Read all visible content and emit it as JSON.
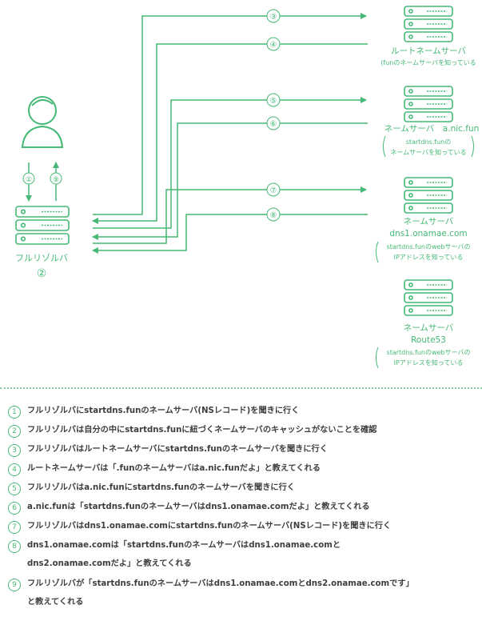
{
  "colors": {
    "accent": "#45b975"
  },
  "diagram": {
    "resolver": {
      "label": "フルリゾルバ",
      "step": "②"
    },
    "arrow_steps": [
      "③",
      "④",
      "⑤",
      "⑥",
      "⑦",
      "⑧"
    ],
    "client_steps": [
      "①",
      "⑨"
    ],
    "servers": [
      {
        "title": "ルートネームサーバ",
        "subtitle": "",
        "desc": [
          "(funのネームサーバを知っている"
        ]
      },
      {
        "title": "ネームサーバ　a.nic.fun",
        "subtitle": "",
        "desc": [
          "startdns.funの",
          "ネームサーバを知っている"
        ]
      },
      {
        "title": "ネームサーバ",
        "subtitle": "dns1.onamae.com",
        "desc": [
          "startdns.funのwebサーバの",
          "IPアドレスを知っている"
        ]
      },
      {
        "title": "ネームサーバ",
        "subtitle": "Route53",
        "desc": [
          "startdns.funのwebサーバの",
          "IPアドレスを知っている"
        ]
      }
    ]
  },
  "legend": [
    {
      "num": "1",
      "lines": [
        "フルリゾルバにstartdns.funのネームサーバ(NSレコード)を聞きに行く"
      ]
    },
    {
      "num": "2",
      "lines": [
        "フルリゾルバは自分の中にstartdns.funに紐づくネームサーバのキャッシュがないことを確認"
      ]
    },
    {
      "num": "3",
      "lines": [
        "フルリゾルバはルートネームサーバにstartdns.funのネームサーバを聞きに行く"
      ]
    },
    {
      "num": "4",
      "lines": [
        "ルートネームサーバは「.funのネームサーバはa.nic.funだよ」と教えてくれる"
      ]
    },
    {
      "num": "5",
      "lines": [
        "フルリゾルバはa.nic.funにstartdns.funのネームサーバを聞きに行く"
      ]
    },
    {
      "num": "6",
      "lines": [
        "a.nic.funは「startdns.funのネームサーバはdns1.onamae.comだよ」と教えてくれる"
      ]
    },
    {
      "num": "7",
      "lines": [
        "フルリゾルバはdns1.onamae.comにstartdns.funのネームサーバ(NSレコード)を聞きに行く"
      ]
    },
    {
      "num": "8",
      "lines": [
        "dns1.onamae.comは「startdns.funのネームサーバはdns1.onamae.comと",
        "dns2.onamae.comだよ」と教えてくれる"
      ]
    },
    {
      "num": "9",
      "lines": [
        "フルリゾルバが「startdns.funのネームサーバはdns1.onamae.comとdns2.onamae.comです」",
        "と教えてくれる"
      ]
    }
  ]
}
